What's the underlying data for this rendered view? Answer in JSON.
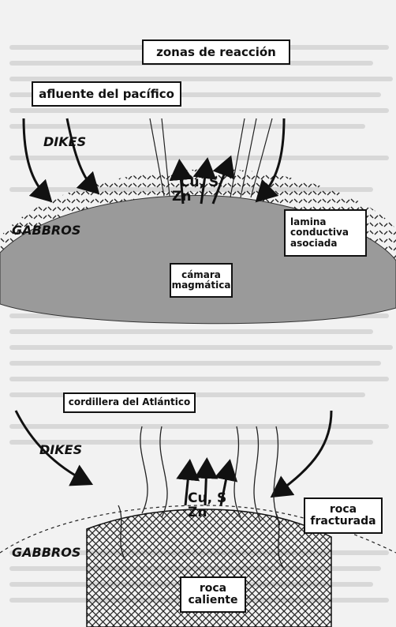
{
  "top": {
    "reaction_zones": "zonas de reacción",
    "pacific_tributary": "afluente del pacífico",
    "dikes": "DIKES",
    "gabbros": "GABBROS",
    "cu_s": "Cu, S",
    "zn": "Zn",
    "conductive_layer": [
      "lamina",
      "conductiva",
      "asociada"
    ],
    "magma_chamber": [
      "cámara",
      "magmática"
    ]
  },
  "bottom": {
    "atlantic_ridge": "cordillera del Atlántico",
    "dikes": "DIKES",
    "gabbros": "GABBROS",
    "cu_s": "Cu, S",
    "zn": "Zn",
    "fractured_rock": [
      "roca",
      "fracturada"
    ],
    "hot_rock": [
      "roca",
      "caliente"
    ]
  },
  "colors": {
    "background": "#f2f2f2",
    "ink": "#111111",
    "gray": "#9a9a9a"
  }
}
